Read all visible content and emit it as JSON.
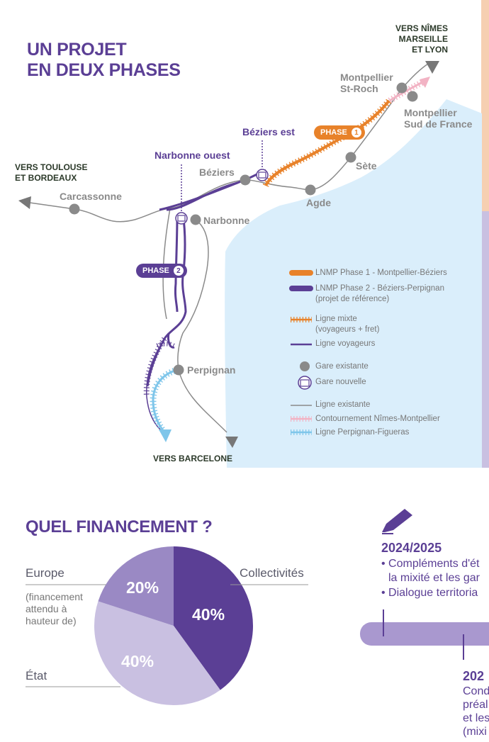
{
  "map": {
    "title_line1": "UN PROJET",
    "title_line2": "EN DEUX PHASES",
    "dest_east": [
      "VERS NÎMES",
      "MARSEILLE",
      "ET LYON"
    ],
    "dest_west": [
      "VERS TOULOUSE",
      "ET BORDEAUX"
    ],
    "dest_south": "VERS BARCELONE",
    "cities": {
      "montpellier_stroch": [
        "Montpellier",
        "St-Roch"
      ],
      "montpellier_sud": [
        "Montpellier",
        "Sud de France"
      ],
      "beziers_est": "Béziers est",
      "narbonne_ouest": "Narbonne ouest",
      "beziers": "Béziers",
      "sete": "Sète",
      "agde": "Agde",
      "carcassonne": "Carcassonne",
      "narbonne": "Narbonne",
      "perpignan": "Perpignan"
    },
    "phase1": {
      "label": "PHASE",
      "num": "1"
    },
    "phase2": {
      "label": "PHASE",
      "num": "2"
    },
    "legend": {
      "lnmp1": "LNMP Phase 1 - Montpellier-Béziers",
      "lnmp2_line1": "LNMP Phase 2 - Béziers-Perpignan",
      "lnmp2_line2": "(projet de référence)",
      "mixte_line1": "Ligne mixte",
      "mixte_line2": "(voyageurs + fret)",
      "voyageurs": "Ligne voyageurs",
      "gare_existante": "Gare existante",
      "gare_nouvelle": "Gare nouvelle",
      "ligne_existante": "Ligne existante",
      "contournement": "Contournement Nîmes-Montpellier",
      "perpignan_figueras": "Ligne Perpignan-Figueras"
    },
    "colors": {
      "purple": "#5b3f95",
      "orange": "#e8822a",
      "pink": "#f2b3c4",
      "light_blue": "#7fc6ea",
      "sea": "#daeefb",
      "gray": "#8a8a8a"
    }
  },
  "finance": {
    "title": "QUEL FINANCEMENT ?",
    "europe": "Europe",
    "europe_note": [
      "(financement",
      "attendu à",
      "hauteur de)"
    ],
    "collectivites": "Collectivités",
    "etat": "État",
    "chart_data": {
      "type": "pie",
      "slices": [
        {
          "label": "Collectivités",
          "value": 40,
          "text": "40%",
          "color": "#5b3f95"
        },
        {
          "label": "État",
          "value": 40,
          "text": "40%",
          "color": "#c9c0e1"
        },
        {
          "label": "Europe",
          "value": 20,
          "text": "20%",
          "color": "#9a89c4"
        }
      ]
    }
  },
  "timeline": {
    "year1": "2024/2025",
    "item1_line1": "• Compléments d'ét",
    "item1_line2": "la mixité et les gar",
    "item2": "• Dialogue territoria",
    "year2": "202",
    "item3": [
      "Cond",
      "préal",
      "et les",
      "(mixi"
    ]
  }
}
